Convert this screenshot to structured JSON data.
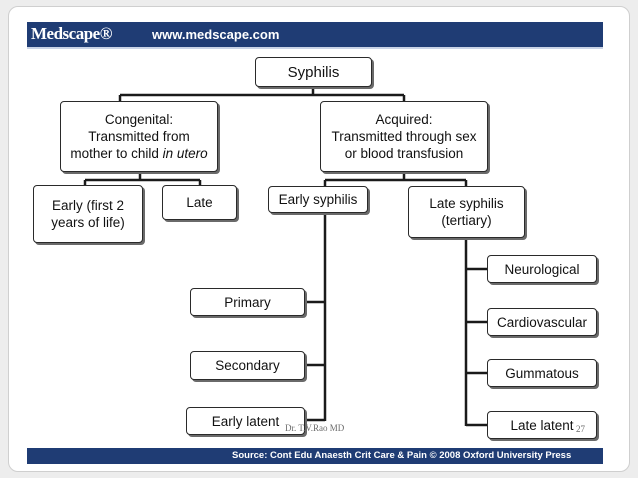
{
  "header": {
    "brand": "Medscape®",
    "url": "www.medscape.com"
  },
  "diagram": {
    "root": "Syphilis",
    "congenital": {
      "line1": "Congenital:",
      "line2": "Transmitted from",
      "line3_prefix": "mother to child ",
      "line3_italic": "in utero"
    },
    "acquired": {
      "line1": "Acquired:",
      "line2": "Transmitted through sex",
      "line3": "or blood transfusion"
    },
    "congenital_early": {
      "line1": "Early (first 2",
      "line2": "years of life)"
    },
    "congenital_late": "Late",
    "early_syphilis": "Early syphilis",
    "late_syphilis": {
      "line1": "Late syphilis",
      "line2": "(tertiary)"
    },
    "early_stages": [
      "Primary",
      "Secondary",
      "Early latent"
    ],
    "late_stages": [
      "Neurological",
      "Cardiovascular",
      "Gummatous",
      "Late latent"
    ]
  },
  "footer": {
    "source": "Source: Cont Edu Anaesth Crit Care & Pain © 2008 Oxford University Press",
    "author": "Dr. T.V.Rao MD",
    "page": "27"
  },
  "colors": {
    "header_bg": "#1f3c74",
    "footer_bg": "#1f3c74",
    "box_border": "#2a2a2a"
  }
}
